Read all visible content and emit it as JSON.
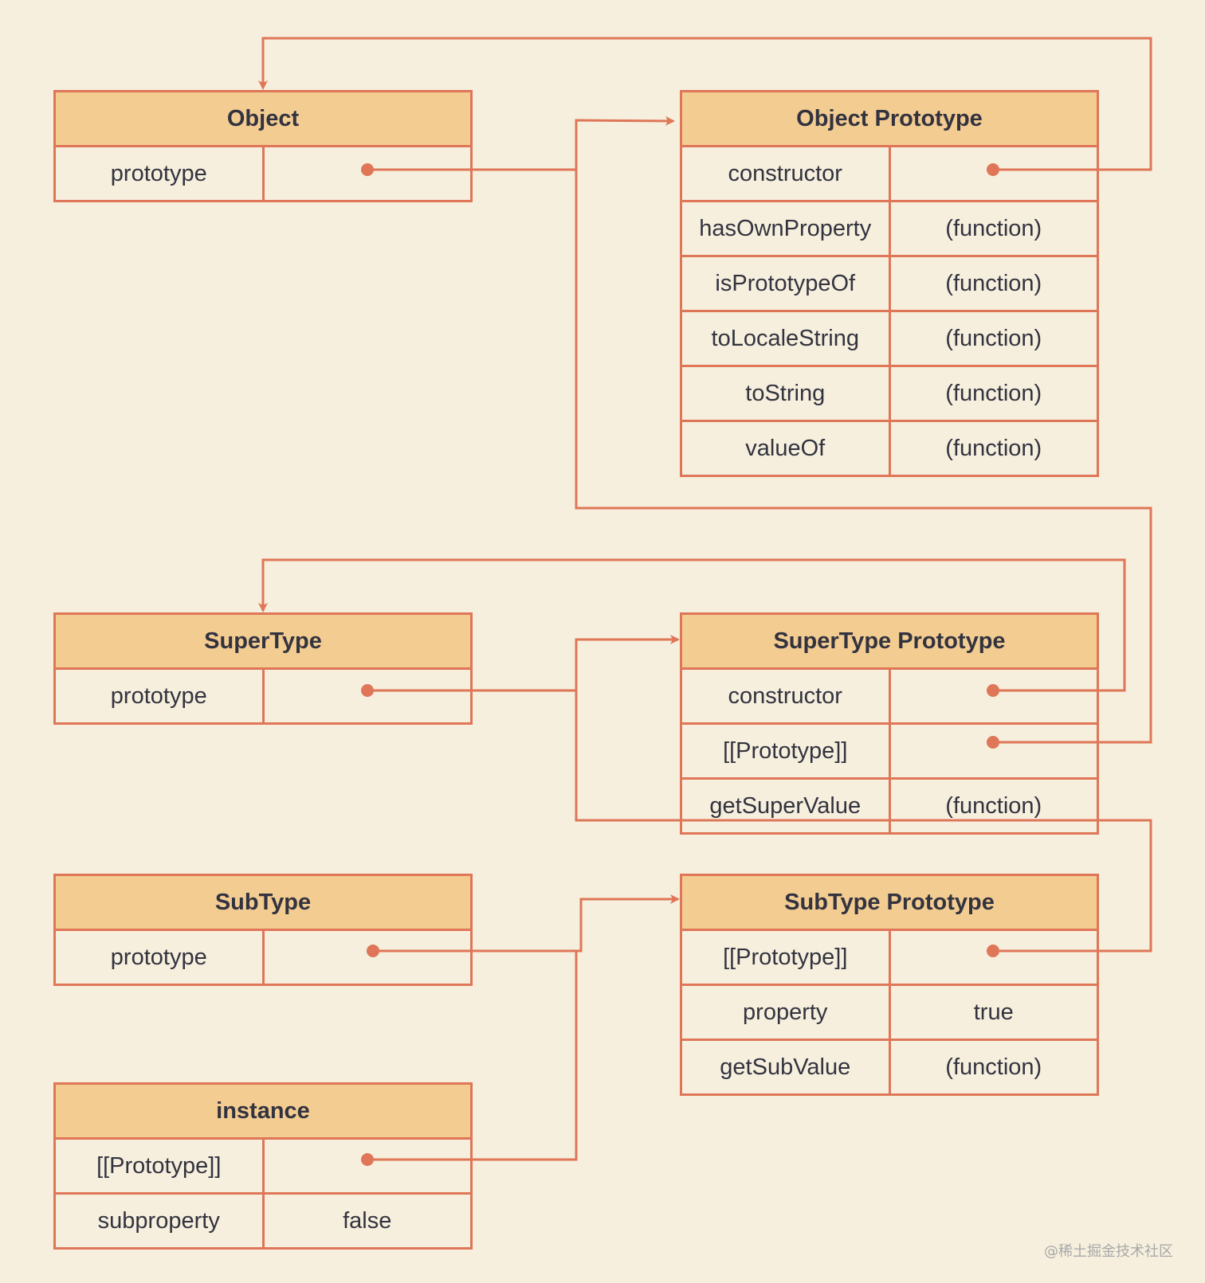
{
  "colors": {
    "background": "#f6efdd",
    "header_fill": "#f3cc92",
    "line": "#df7658",
    "text": "#33333f"
  },
  "objects": {
    "object": {
      "title": "Object",
      "rows": [
        {
          "key": "prototype",
          "value": "",
          "pointer": true
        }
      ]
    },
    "object_prototype": {
      "title": "Object Prototype",
      "rows": [
        {
          "key": "constructor",
          "value": "",
          "pointer": true
        },
        {
          "key": "hasOwnProperty",
          "value": "(function)"
        },
        {
          "key": "isPrototypeOf",
          "value": "(function)"
        },
        {
          "key": "toLocaleString",
          "value": "(function)"
        },
        {
          "key": "toString",
          "value": "(function)"
        },
        {
          "key": "valueOf",
          "value": "(function)"
        }
      ]
    },
    "supertype": {
      "title": "SuperType",
      "rows": [
        {
          "key": "prototype",
          "value": "",
          "pointer": true
        }
      ]
    },
    "supertype_prototype": {
      "title": "SuperType Prototype",
      "rows": [
        {
          "key": "constructor",
          "value": "",
          "pointer": true
        },
        {
          "key": "[[Prototype]]",
          "value": "",
          "pointer": true
        },
        {
          "key": "getSuperValue",
          "value": "(function)"
        }
      ]
    },
    "subtype": {
      "title": "SubType",
      "rows": [
        {
          "key": "prototype",
          "value": "",
          "pointer": true
        }
      ]
    },
    "subtype_prototype": {
      "title": "SubType Prototype",
      "rows": [
        {
          "key": "[[Prototype]]",
          "value": "",
          "pointer": true
        },
        {
          "key": "property",
          "value": "true"
        },
        {
          "key": "getSubValue",
          "value": "(function)"
        }
      ]
    },
    "instance": {
      "title": "instance",
      "rows": [
        {
          "key": "[[Prototype]]",
          "value": "",
          "pointer": true
        },
        {
          "key": "subproperty",
          "value": "false"
        }
      ]
    }
  },
  "references": [
    {
      "from": "object.prototype",
      "to": "object_prototype"
    },
    {
      "from": "object_prototype.constructor",
      "to": "object"
    },
    {
      "from": "supertype.prototype",
      "to": "supertype_prototype"
    },
    {
      "from": "supertype_prototype.constructor",
      "to": "supertype"
    },
    {
      "from": "supertype_prototype.[[Prototype]]",
      "to": "object_prototype"
    },
    {
      "from": "subtype.prototype",
      "to": "subtype_prototype"
    },
    {
      "from": "subtype_prototype.[[Prototype]]",
      "to": "supertype_prototype"
    },
    {
      "from": "instance.[[Prototype]]",
      "to": "subtype_prototype"
    }
  ],
  "watermark": "@稀土掘金技术社区"
}
